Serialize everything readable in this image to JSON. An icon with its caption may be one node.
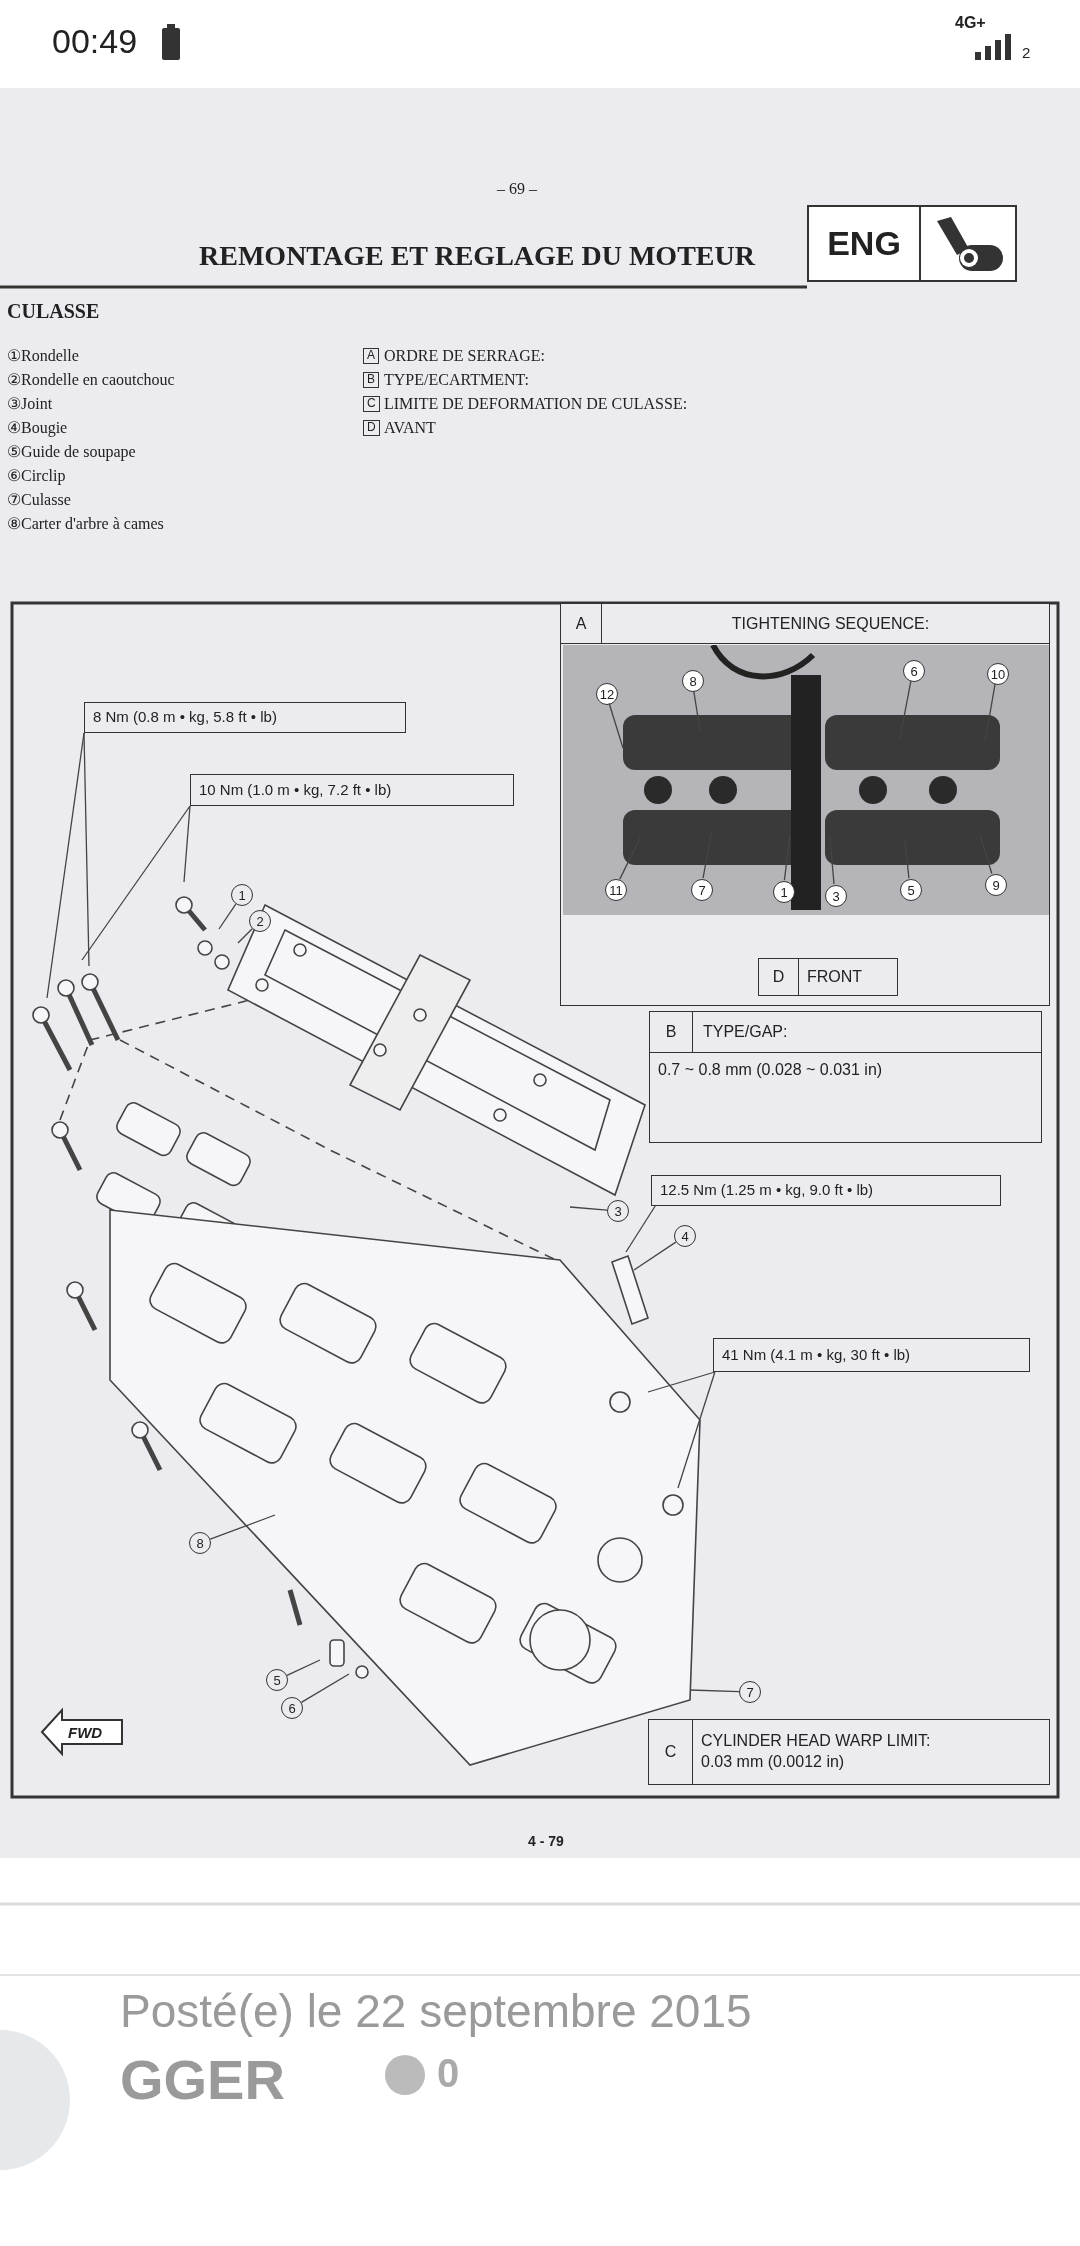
{
  "diagram": {
    "title": "REMONTAGE ET REGLAGE DU MOTEUR",
    "nodes": [
      {
        "text": [
          "ENG"
        ]
      },
      {
        "text": [
          "A",
          "TIGHTENING SEQUENCE:"
        ]
      },
      {
        "text": [],
        "shape": "picture",
        "in": 1
      },
      {
        "text": [
          "12"
        ],
        "in": 2
      },
      {
        "text": [
          "8"
        ],
        "in": 2
      },
      {
        "text": [
          "6"
        ],
        "in": 2
      },
      {
        "text": [
          "10"
        ],
        "in": 2
      },
      {
        "text": [
          "11"
        ],
        "in": 2
      },
      {
        "text": [
          "7"
        ],
        "in": 2
      },
      {
        "text": [
          "1"
        ],
        "in": 2
      },
      {
        "text": [
          "3"
        ],
        "in": 2
      },
      {
        "text": [
          "5"
        ],
        "in": 2
      },
      {
        "text": [
          "9"
        ],
        "in": 2
      },
      {
        "text": [
          "D",
          "FRONT"
        ],
        "in": 1
      },
      {
        "text": [
          "8 Nm (0.8 m • kg, 5.8 ft • lb)"
        ]
      },
      {
        "text": [
          "10 Nm (1.0 m • kg, 7.2 ft • lb)"
        ]
      },
      {
        "text": [
          "1"
        ]
      },
      {
        "text": [
          "2"
        ]
      },
      {
        "text": [
          "B",
          "TYPE/GAP:",
          "0.7 ~ 0.8 mm (0.028 ~ 0.031 in)"
        ]
      },
      {
        "text": [
          "3"
        ]
      },
      {
        "text": [
          "12.5 Nm (1.25 m • kg, 9.0 ft • lb)"
        ]
      },
      {
        "text": [
          "4"
        ]
      },
      {
        "text": [
          "41 Nm (4.1 m • kg, 30 ft • lb)"
        ]
      },
      {
        "text": [
          "8"
        ]
      },
      {
        "text": [
          "5"
        ]
      },
      {
        "text": [
          "6"
        ]
      },
      {
        "text": [
          "7"
        ]
      },
      {
        "text": [
          "C",
          "CYLINDER HEAD WARP LIMIT:",
          "0.03 mm (0.0012 in)"
        ]
      },
      {
        "text": [
          "FWD"
        ]
      }
    ],
    "edges": [
      {
        "from": 3,
        "to": null,
        "arrow": "none"
      },
      {
        "from": 4,
        "to": null,
        "arrow": "none"
      },
      {
        "from": 5,
        "to": null,
        "arrow": "none"
      },
      {
        "from": 6,
        "to": null,
        "arrow": "none"
      },
      {
        "from": 7,
        "to": null,
        "arrow": "none"
      },
      {
        "from": 8,
        "to": null,
        "arrow": "none"
      },
      {
        "from": 9,
        "to": null,
        "arrow": "none"
      },
      {
        "from": 10,
        "to": null,
        "arrow": "none"
      },
      {
        "from": 11,
        "to": null,
        "arrow": "none"
      },
      {
        "from": 12,
        "to": null,
        "arrow": "none"
      },
      {
        "from": 14,
        "to": null,
        "arrow": "none"
      },
      {
        "from": 14,
        "to": null,
        "arrow": "none"
      },
      {
        "from": 15,
        "to": null,
        "arrow": "none"
      },
      {
        "from": 15,
        "to": null,
        "arrow": "none"
      },
      {
        "from": 16,
        "to": null,
        "arrow": "none"
      },
      {
        "from": 17,
        "to": null,
        "arrow": "none"
      },
      {
        "from": 19,
        "to": null,
        "arrow": "none"
      },
      {
        "from": 20,
        "to": null,
        "arrow": "none"
      },
      {
        "from": 21,
        "to": null,
        "arrow": "none"
      },
      {
        "from": 22,
        "to": null,
        "arrow": "none"
      },
      {
        "from": 22,
        "to": null,
        "arrow": "none"
      },
      {
        "from": 23,
        "to": null,
        "arrow": "none"
      },
      {
        "from": 24,
        "to": null,
        "arrow": "none"
      },
      {
        "from": 25,
        "to": null,
        "arrow": "none"
      },
      {
        "from": 26,
        "to": null,
        "arrow": "none"
      }
    ],
    "labels": [
      "00:49",
      "4G+",
      "2",
      "– 69 –",
      "CULASSE",
      "①Rondelle",
      "A",
      "ORDRE DE SERRAGE:",
      "②Rondelle en caoutchouc",
      "B",
      "TYPE/ECARTMENT:",
      "③Joint",
      "C",
      "LIMITE DE DEFORMATION DE CULASSE:",
      "④Bougie",
      "D",
      "AVANT",
      "⑤Guide de soupape",
      "⑥Circlip",
      "⑦Culasse",
      "⑧Carter d'arbre à cames",
      "4 - 79",
      "Posté(e) le 22 septembre 2015",
      "GGER",
      "0"
    ]
  }
}
